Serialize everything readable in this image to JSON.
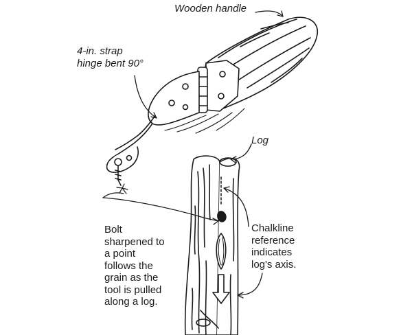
{
  "labels": {
    "wooden_handle": "Wooden handle",
    "hinge": [
      "4-in. strap",
      "hinge bent 90°"
    ],
    "log": "Log",
    "bolt": [
      "Bolt",
      "sharpened to",
      "a point",
      "follows the",
      "grain as the",
      "tool is pulled",
      "along a log."
    ],
    "chalkline": [
      "Chalkline",
      "reference",
      "indicates",
      "log's axis."
    ]
  },
  "colors": {
    "ink": "#1a1a1a",
    "paper": "#ffffff"
  }
}
